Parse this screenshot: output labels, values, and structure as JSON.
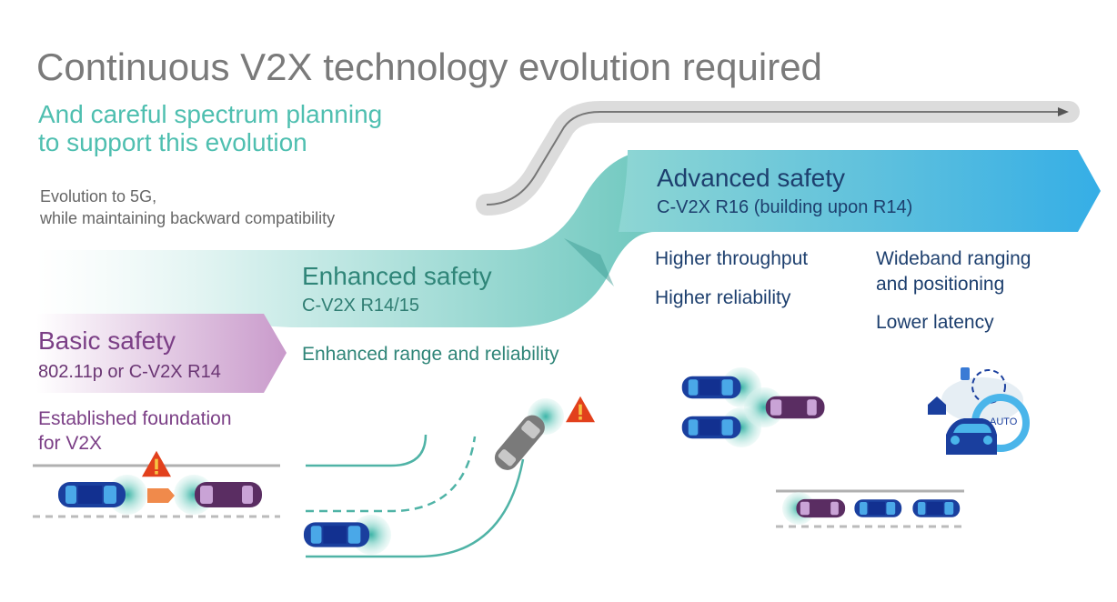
{
  "title": "Continuous V2X technology evolution required",
  "subtitle": [
    "And careful spectrum planning",
    "to support this evolution"
  ],
  "note": [
    "Evolution to 5G,",
    "while maintaining backward compatibility"
  ],
  "stages": [
    {
      "title": "Basic safety",
      "subtitle": "802.11p or C-V2X R14",
      "features": [
        "Established foundation",
        "for V2X"
      ]
    },
    {
      "title": "Enhanced safety",
      "subtitle": "C-V2X R14/15",
      "features": [
        "Enhanced range and reliability"
      ]
    },
    {
      "title": "Advanced safety",
      "subtitle": "C-V2X R16 (building upon R14)",
      "features": [
        "Higher throughput",
        "Higher reliability",
        "Wideband ranging",
        "and positioning",
        "Lower latency"
      ]
    }
  ],
  "auto_label": "AUTO",
  "colors": {
    "purple": "#7b3f86",
    "teal": "#3a9a8c",
    "blue": "#1b8fd0",
    "navy": "#1d3f6e",
    "warning": "#e2401c"
  }
}
